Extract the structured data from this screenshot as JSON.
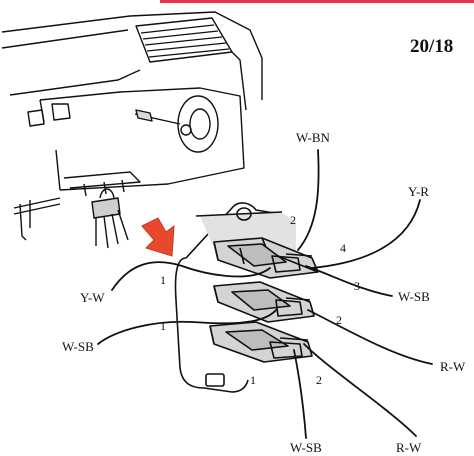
{
  "page_ref": "20/18",
  "colors": {
    "accent_bar": "#e8324a",
    "arrow": "#e8492e",
    "ink": "#111111",
    "shade": "#c9c9c9"
  },
  "wires": {
    "w_bn_top": "W-BN",
    "y_r": "Y-R",
    "w_sb_right": "W-SB",
    "r_w_right": "R-W",
    "y_w_left": "Y-W",
    "w_sb_left": "W-SB",
    "w_sb_bottom": "W-SB",
    "r_w_bottom": "R-W"
  },
  "pins": {
    "pin_2_top": "2",
    "pin_4": "4",
    "pin_3": "3",
    "pin_1_upper": "1",
    "pin_2_mid": "2",
    "pin_1_lower": "1",
    "pin_1_bottom": "1",
    "pin_2_bottom": "2"
  }
}
